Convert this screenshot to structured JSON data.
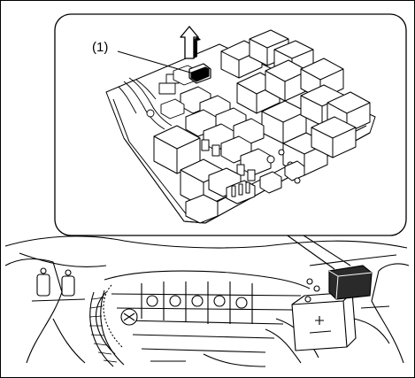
{
  "callout": {
    "label": "(1)",
    "arrow_icon": "up-arrow-icon"
  },
  "components": {
    "inset": "relay-fuse-box-detail",
    "scene": "engine-compartment",
    "target": "relay-box-location"
  },
  "colors": {
    "line": "#000000",
    "background": "#ffffff"
  }
}
